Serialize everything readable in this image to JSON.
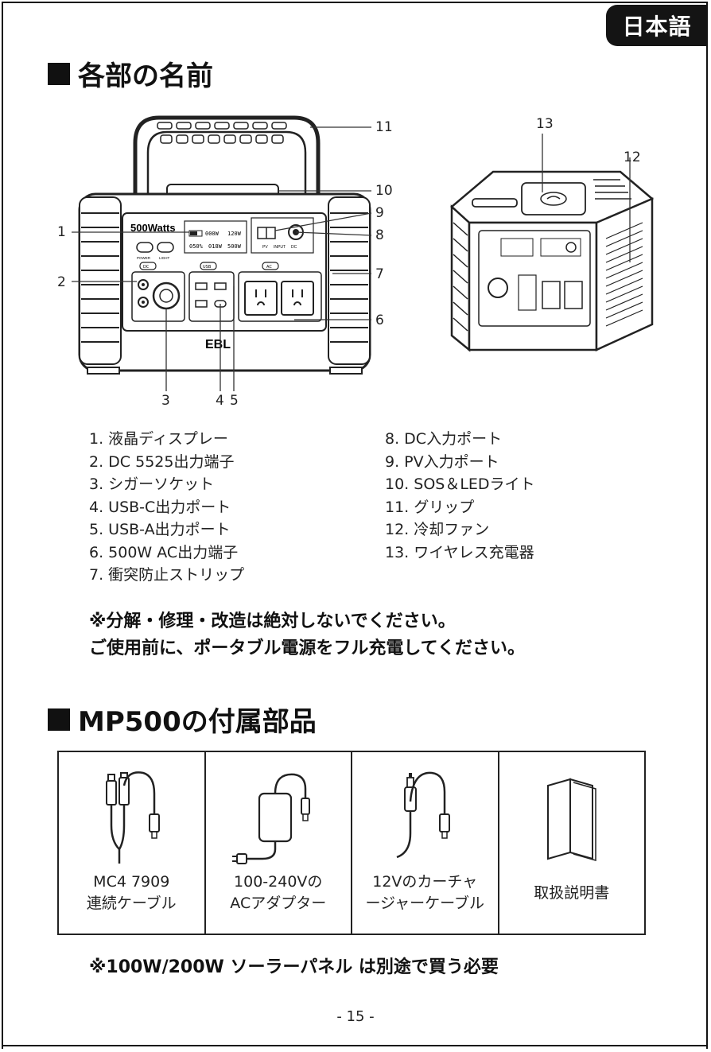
{
  "header": {
    "language_tab": "日本語"
  },
  "section1": {
    "title": "各部の名前",
    "callouts": [
      "1",
      "2",
      "3",
      "4",
      "5",
      "6",
      "7",
      "8",
      "9",
      "10",
      "11",
      "12",
      "13"
    ],
    "device_labels": {
      "brand_top": "500Watts",
      "brand_bottom": "EBL",
      "power": "POWER",
      "light": "LIGHT",
      "dc": "DC",
      "usb": "USB",
      "ac": "AC",
      "pv": "PV",
      "input": "INPUT",
      "dc_in": "DC",
      "lcd_row1_left": "000W",
      "lcd_row1_right": "120W",
      "lcd_row2_left": "050%",
      "lcd_row2_mid": "018W",
      "lcd_row2_right": "500W"
    },
    "parts_left": [
      "1. 液晶ディスプレー",
      "2. DC 5525出力端子",
      "3. シガーソケット",
      "4. USB-C出力ポート",
      "5. USB-A出力ポート",
      "6. 500W AC出力端子",
      "7. 衝突防止ストリップ"
    ],
    "parts_right": [
      "8.  DC入力ポート",
      "9.  PV入力ポート",
      "10. SOS＆LEDライト",
      "11. グリップ",
      "12. 冷却ファン",
      "13. ワイヤレス充電器"
    ],
    "notice_line1": "※分解・修理・改造は絶対しないでください。",
    "notice_line2": "ご使用前に、ポータブル電源をフル充電してください。"
  },
  "section2": {
    "title": "MP500の付属部品",
    "items": [
      {
        "line1": "MC4 7909",
        "line2": "連続ケーブル",
        "icon": "mc4-cable-icon"
      },
      {
        "line1": "100-240Vの",
        "line2": "ACアダプター",
        "icon": "ac-adapter-icon"
      },
      {
        "line1": "12Vのカーチャ",
        "line2": "ージャーケーブル",
        "icon": "car-charger-icon"
      },
      {
        "line1": "取扱説明書",
        "icon": "manual-icon"
      }
    ],
    "bottom_note": "※100W/200W ソーラーパネル は別途で買う必要"
  },
  "footer": {
    "page_number": "- 15 -"
  }
}
